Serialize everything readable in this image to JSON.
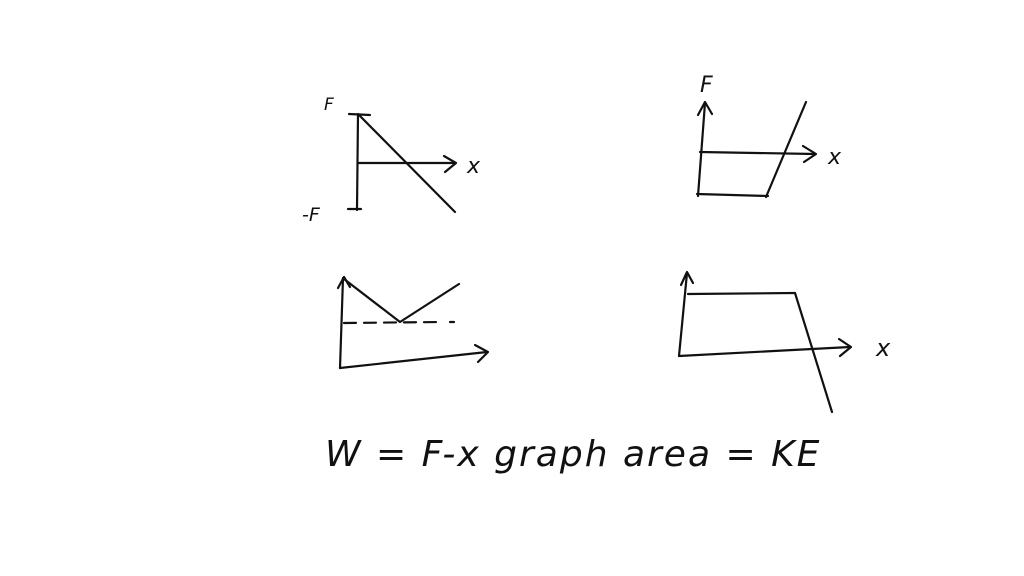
{
  "ink_color": "#111111",
  "background": "#ffffff",
  "graph1": {
    "label_top": "F",
    "label_bottom": "-F",
    "label_axis": "x"
  },
  "graph2": {
    "label_top": "F",
    "label_axis": "x"
  },
  "graph3": {},
  "graph4": {
    "label_axis": "x"
  },
  "equation": {
    "text": "W = F-x graph area = KE"
  }
}
